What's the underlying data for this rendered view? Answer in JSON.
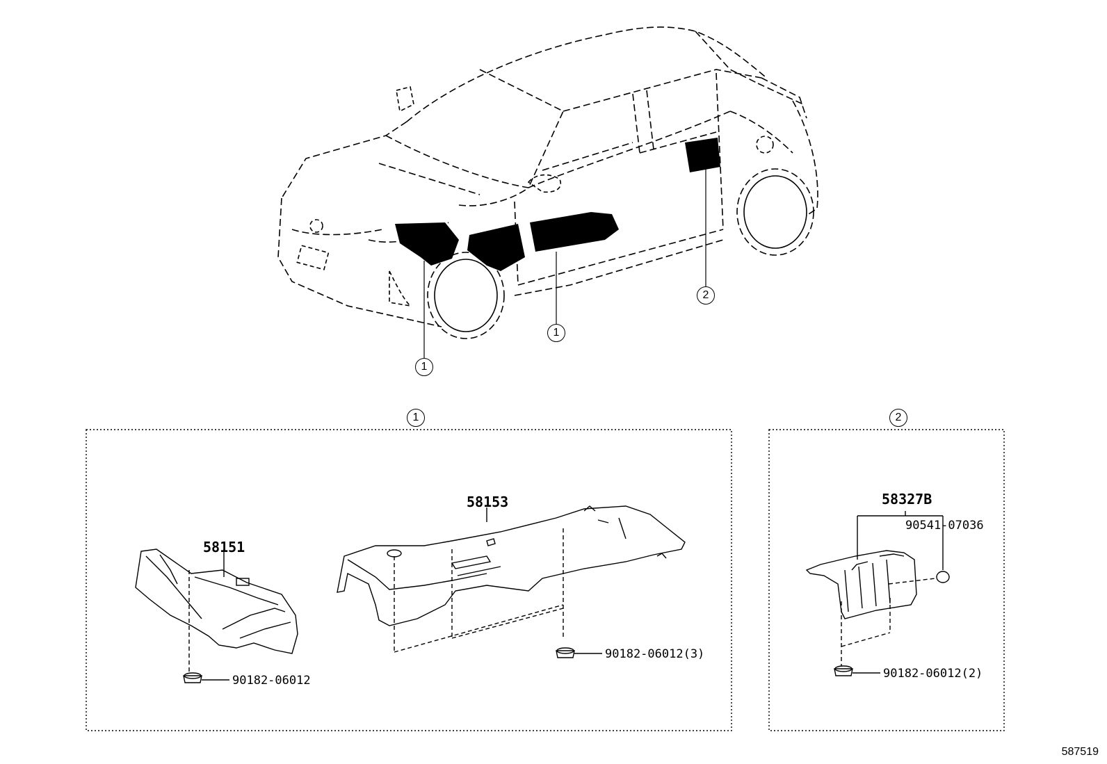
{
  "callouts": {
    "c1_front": "1",
    "c1_side": "1",
    "c2_rear": "2",
    "panel1_title": "1",
    "panel2_title": "2"
  },
  "panel1": {
    "parts": [
      {
        "number": "58151"
      },
      {
        "number": "58153"
      }
    ],
    "fasteners": [
      {
        "label": "90182-06012"
      },
      {
        "label": "90182-06012(3)"
      }
    ]
  },
  "panel2": {
    "parts": [
      {
        "number": "58327B"
      }
    ],
    "fasteners": [
      {
        "label": "90541-07036"
      },
      {
        "label": "90182-06012(2)"
      }
    ]
  },
  "image_id": "587519"
}
